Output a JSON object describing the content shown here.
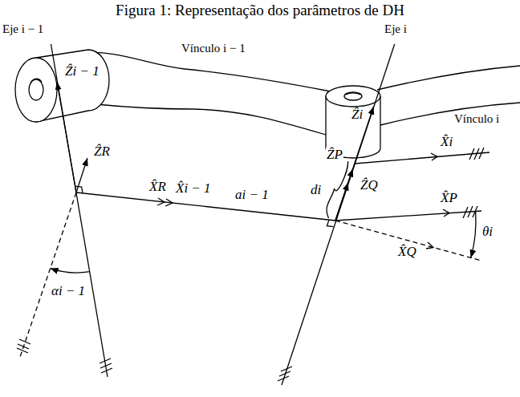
{
  "diagram": {
    "title": "Figura 1: Representação dos parâmetros de DH",
    "labels": [
      "Eje i − 1",
      "Vínculo i − 1",
      "Eje i",
      "Vínculo i",
      "Ẑi − 1",
      "ẐR",
      "X̂R",
      "X̂i − 1",
      "ai − 1",
      "di",
      "Ẑi",
      "ẐP",
      "ẐQ",
      "X̂i",
      "X̂P",
      "X̂Q",
      "θi",
      "αi − 1"
    ]
  }
}
